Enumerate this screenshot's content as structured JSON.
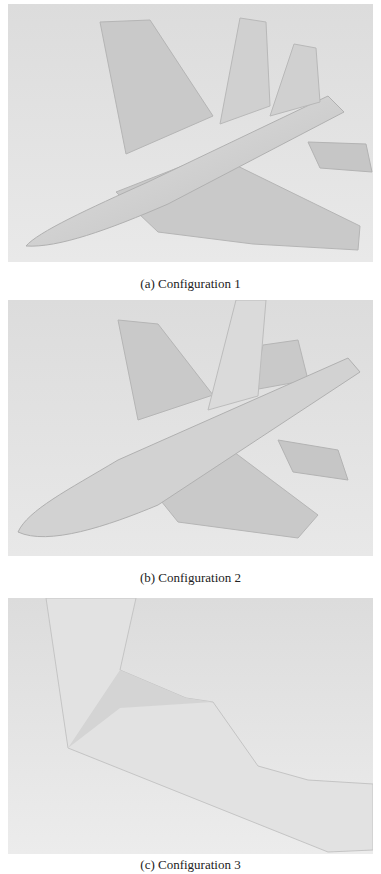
{
  "diagram": {
    "labels": [
      "(a) Configuration 1",
      "(b) Configuration 2",
      "(c) Configuration 3"
    ]
  }
}
